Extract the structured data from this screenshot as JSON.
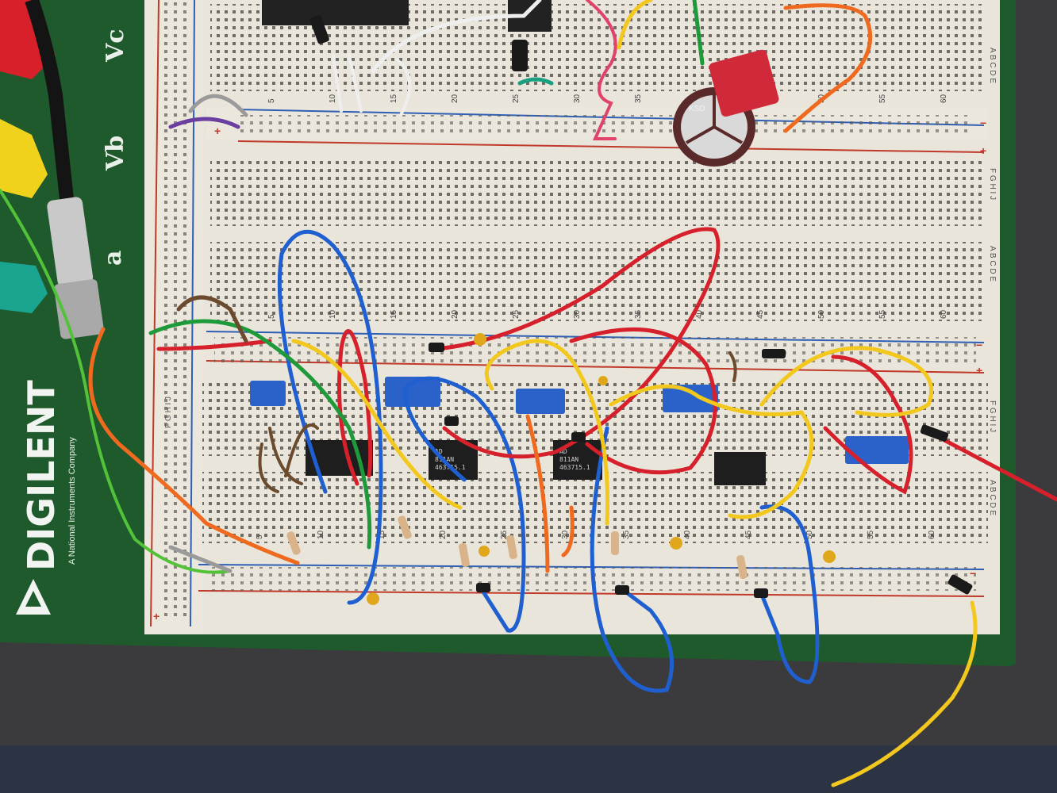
{
  "board": {
    "brand": "DIGILENT",
    "tagline": "A National Instruments Company",
    "side_labels": [
      "Vc",
      "Vb",
      "a"
    ]
  },
  "breadboard": {
    "row_letters_top": "A B C D E",
    "row_letters_bottom": "F G H I J",
    "column_numbers": [
      "5",
      "10",
      "15",
      "20",
      "25",
      "30",
      "35",
      "40",
      "45",
      "50",
      "55",
      "60"
    ],
    "rail_plus": "+",
    "rail_minus": "−"
  },
  "chips": [
    {
      "line1": "AD",
      "line2": "811AN",
      "line3": "463715.1"
    },
    {
      "line1": "AD",
      "line2": "811AN",
      "line3": "463715.1"
    }
  ],
  "capacitor_marking": "KSD",
  "colors": {
    "board_green": "#1f5a2c",
    "breadboard": "#e9e5da",
    "wire_blue": "#1f5fd0",
    "wire_red": "#d6202c",
    "wire_yellow": "#f2c81f",
    "wire_orange": "#ef6a1f",
    "wire_green": "#1e9a3a",
    "wire_brown": "#6b4a2e",
    "trimpot_blue": "#2a62c9"
  }
}
